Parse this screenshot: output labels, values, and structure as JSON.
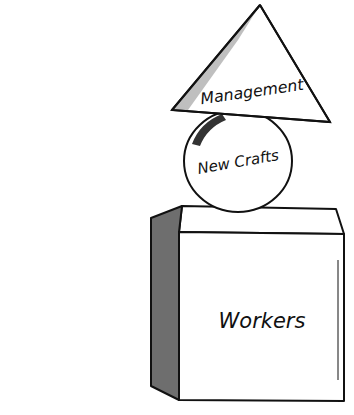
{
  "diagram": {
    "nodes": [
      {
        "text": [
          "Management"
        ]
      },
      {
        "text": [
          "New Crafts"
        ]
      },
      {
        "text": [
          "Workers"
        ]
      }
    ]
  }
}
